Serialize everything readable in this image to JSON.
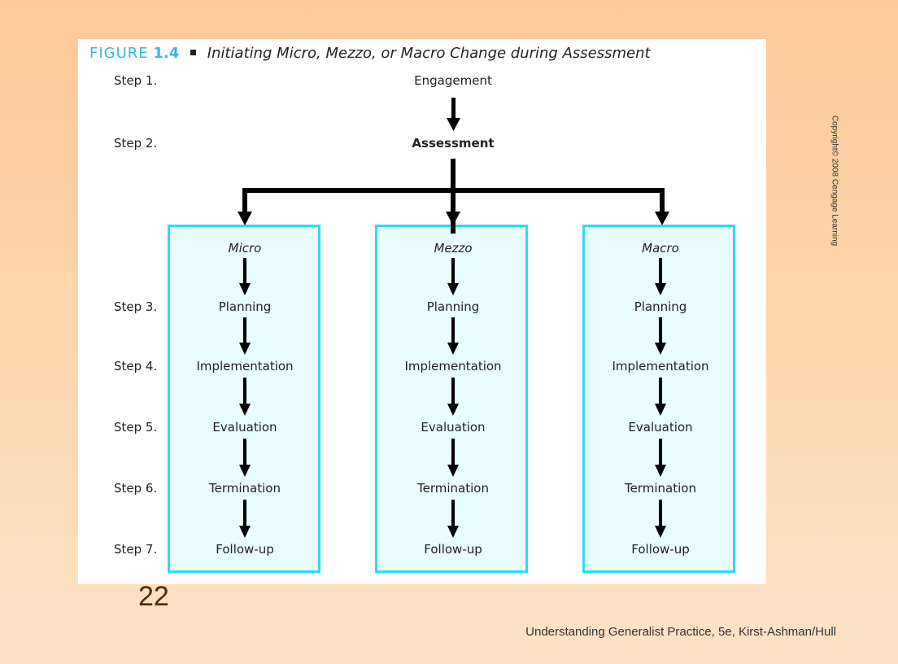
{
  "figure": {
    "label": "FIGURE",
    "number": "1.4",
    "title": "Initiating Micro, Mezzo, or Macro Change during Assessment"
  },
  "steps": [
    "Step 1.",
    "Step 2.",
    "Step 3.",
    "Step 4.",
    "Step 5.",
    "Step 6.",
    "Step 7."
  ],
  "top_nodes": {
    "engagement": "Engagement",
    "assessment": "Assessment"
  },
  "columns": [
    {
      "heading": "Micro",
      "items": [
        "Planning",
        "Implementation",
        "Evaluation",
        "Termination",
        "Follow-up"
      ]
    },
    {
      "heading": "Mezzo",
      "items": [
        "Planning",
        "Implementation",
        "Evaluation",
        "Termination",
        "Follow-up"
      ]
    },
    {
      "heading": "Macro",
      "items": [
        "Planning",
        "Implementation",
        "Evaluation",
        "Termination",
        "Follow-up"
      ]
    }
  ],
  "colors": {
    "box_border": "#2fdcee",
    "box_fill": "#e9fcfe",
    "figure_label": "#38b8dc",
    "arrow": "#000000"
  },
  "slide_number": "22",
  "copyright": "Copyright© 2008 Cengage Learning",
  "book_credit": "Understanding Generalist Practice, 5e, Kirst-Ashman/Hull"
}
